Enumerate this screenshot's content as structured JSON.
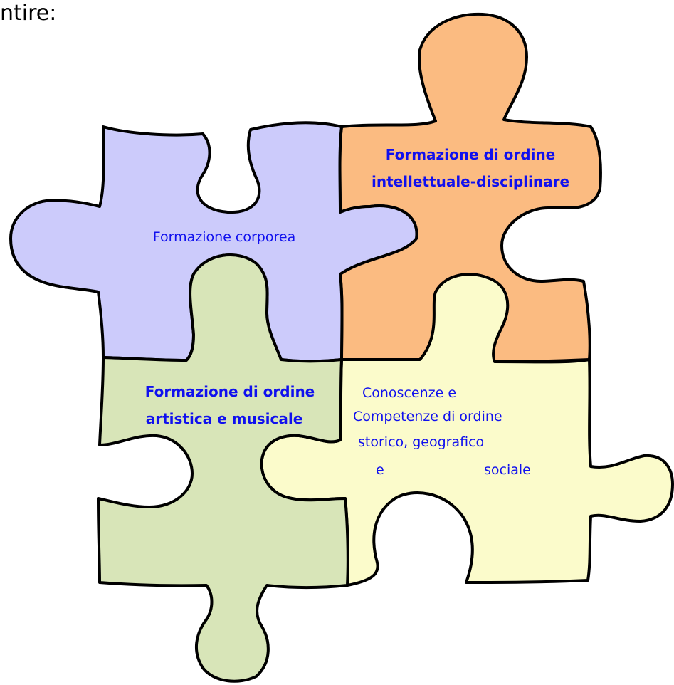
{
  "heading_fragment": "ntire:",
  "pieces": {
    "corporea": {
      "label": "Formazione corporea",
      "color": "#cccbfb"
    },
    "intellettuale": {
      "lines": [
        "Formazione di ordine",
        "intellettuale-disciplinare"
      ],
      "color": "#fbbb81"
    },
    "artistica": {
      "lines": [
        "Formazione di ordine",
        "artistica e musicale"
      ],
      "color": "#d8e5b8"
    },
    "storico": {
      "lines": [
        "Conoscenze e",
        "Competenze di ordine",
        "storico, geografico",
        "e",
        "sociale"
      ],
      "color": "#fbfbcb"
    }
  },
  "colors": {
    "text": "#1010ee",
    "outline": "#000000"
  }
}
